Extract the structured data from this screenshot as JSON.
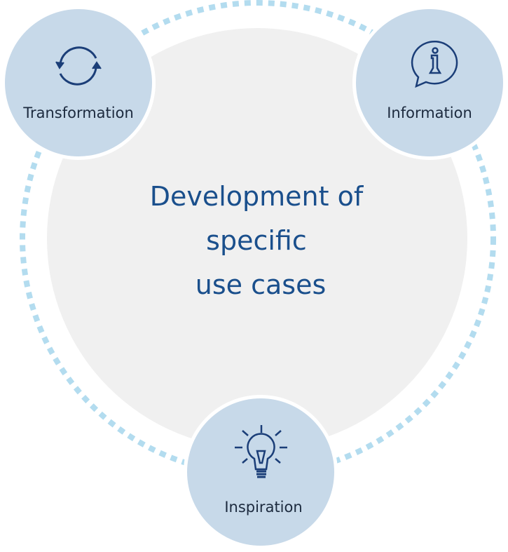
{
  "center": {
    "lines": [
      "Development of",
      "specific",
      "use cases"
    ]
  },
  "nodes": [
    {
      "label": "Transformation",
      "icon": "refresh-icon"
    },
    {
      "label": "Information",
      "icon": "info-bubble-icon"
    },
    {
      "label": "Inspiration",
      "icon": "lightbulb-icon"
    }
  ],
  "colors": {
    "node_fill": "#c7d9e9",
    "center_fill": "#f0f0f0",
    "dash": "#b3dcef",
    "icon": "#1b4a87"
  }
}
